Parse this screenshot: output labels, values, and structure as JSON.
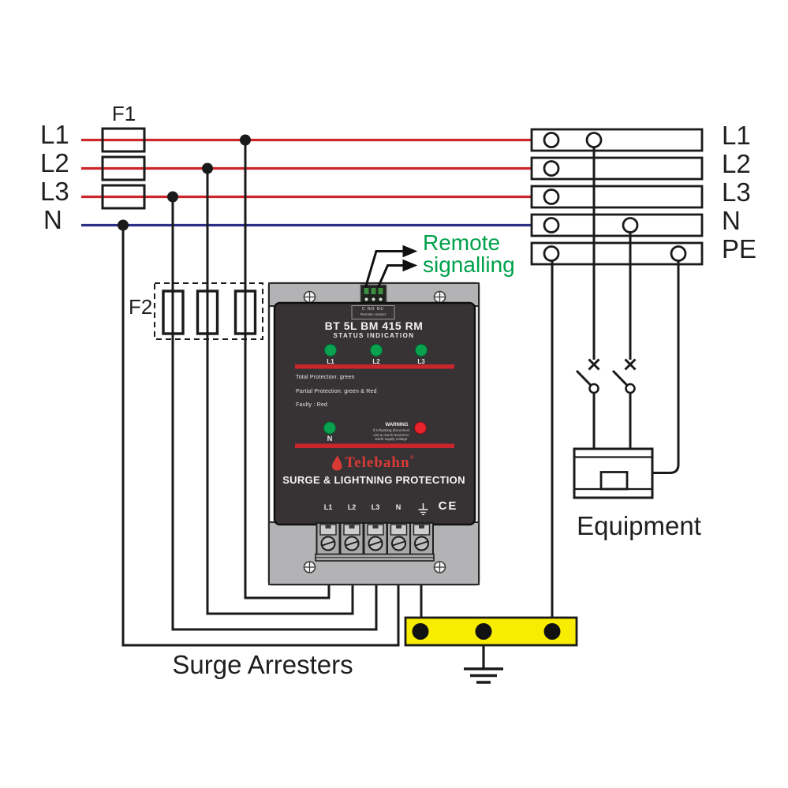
{
  "labels": {
    "f1": "F1",
    "f2": "F2",
    "left": [
      "L1",
      "L2",
      "L3",
      "N"
    ],
    "right": [
      "L1",
      "L2",
      "L3",
      "N",
      "PE"
    ],
    "remote_line1": "Remote",
    "remote_line2": "signalling",
    "equipment": "Equipment",
    "surge_arresters": "Surge Arresters"
  },
  "device": {
    "model": "BT 5L BM 415 RM",
    "status_title": "STATUS INDICATION",
    "leds": [
      "L1",
      "L2",
      "L3"
    ],
    "status_lines": [
      "Total Protection:  green",
      "Partial Protection:  green & Red",
      "Faulty :  Red"
    ],
    "warning_title": "WARNING",
    "warning_text": [
      "If N flashing disconnect",
      "unit & check Neutral to",
      "Earth supply voltage"
    ],
    "n_led": "N",
    "brand": "Telebahn",
    "registered": "®",
    "tagline": "SURGE & LIGHTNING PROTECTION",
    "terminals": [
      "L1",
      "L2",
      "L3",
      "N"
    ],
    "ce": "CE",
    "connector_contacts": "C  NO  NC",
    "connector_caption": "Remote contact"
  },
  "colors": {
    "phase_line_red": "#cd2529",
    "neutral_line_blue": "#2d2f86",
    "earth_bus_yellow": "#f8ec00",
    "signal_text_green": "#00a14b",
    "led_green": "#0ba24f",
    "led_red": "#e8232b",
    "indicator_bar_red": "#c9252c",
    "device_panel_black": "#373334",
    "device_case_grey": "#b3b3b5"
  }
}
